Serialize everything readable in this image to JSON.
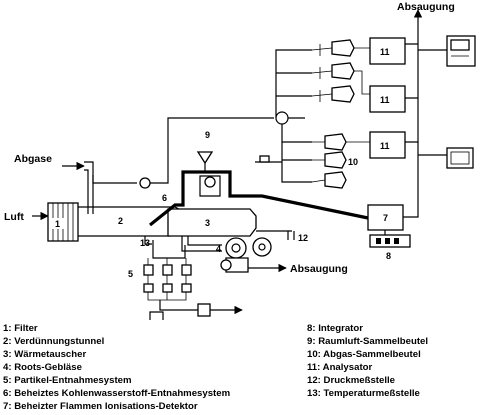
{
  "labels": {
    "luft": "Luft",
    "abgase": "Abgase",
    "absaugung_top": "Absaugung",
    "absaugung_mid": "Absaugung"
  },
  "numbers": {
    "n1": "1",
    "n2": "2",
    "n3": "3",
    "n4": "4",
    "n5": "5",
    "n6": "6",
    "n7": "7",
    "n8": "8",
    "n9": "9",
    "n10": "10",
    "n11a": "11",
    "n11b": "11",
    "n11c": "11",
    "n12": "12",
    "n13": "13"
  },
  "legend_left": [
    "1: Filter",
    "2: Verdünnungstunnel",
    "3: Wärmetauscher",
    "4: Roots-Gebläse",
    "5: Partikel-Entnahmesystem",
    "6: Beheiztes Kohlenwasserstoff-Entnahmesystem",
    "7: Beheizter Flammen Ionisations-Detektor"
  ],
  "legend_right": [
    "8: Integrator",
    "9: Raumluft-Sammelbeutel",
    "10: Abgas-Sammelbeutel",
    "11: Analysator",
    "12: Druckmeßstelle",
    "13: Temperaturmeßstelle"
  ]
}
